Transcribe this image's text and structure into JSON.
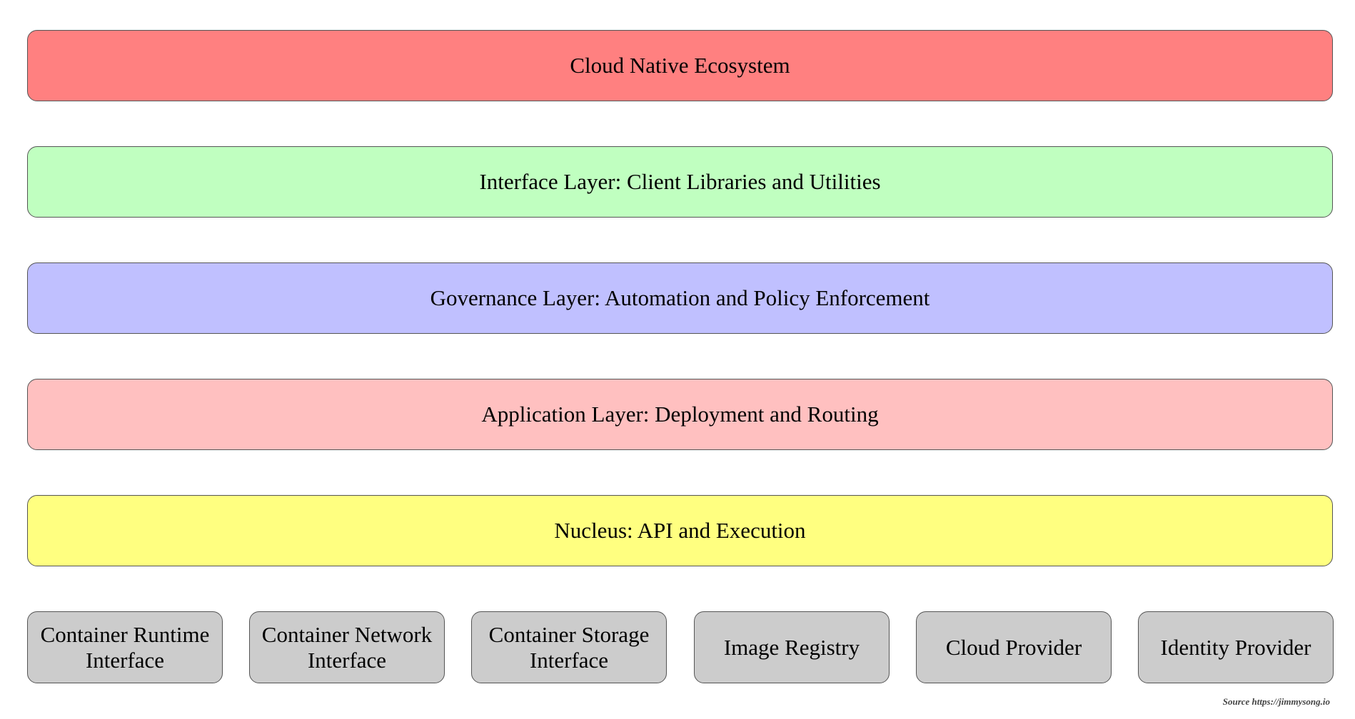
{
  "layers": [
    {
      "label": "Cloud Native Ecosystem",
      "color": "#ff8080"
    },
    {
      "label": "Interface Layer: Client Libraries and Utilities",
      "color": "#c0ffc0"
    },
    {
      "label": "Governance Layer: Automation and Policy Enforcement",
      "color": "#c0c0ff"
    },
    {
      "label": "Application Layer: Deployment and Routing",
      "color": "#ffc0c0"
    },
    {
      "label": "Nucleus: API and Execution",
      "color": "#ffff80"
    }
  ],
  "components": [
    {
      "label": "Container Runtime Interface"
    },
    {
      "label": "Container Network Interface"
    },
    {
      "label": "Container Storage Interface"
    },
    {
      "label": "Image Registry"
    },
    {
      "label": "Cloud Provider"
    },
    {
      "label": "Identity Provider"
    }
  ],
  "component_color": "#cccccc",
  "source": "Source https://jimmysong.io"
}
